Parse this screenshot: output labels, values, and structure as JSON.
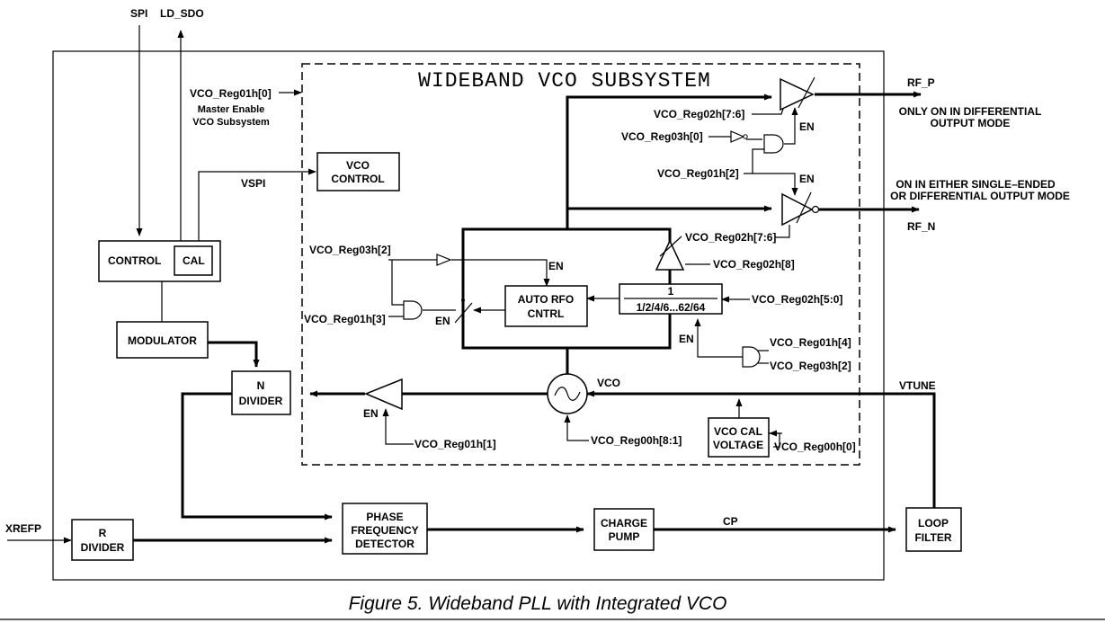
{
  "diagram": {
    "title": "WIDEBAND VCO SUBSYSTEM",
    "caption": "Figure 5. Wideband PLL with Integrated VCO",
    "pins": {
      "spi": "SPI",
      "ld_sdo": "LD_SDO",
      "xrefp": "XREFP",
      "rf_p": "RF_P",
      "rf_n": "RF_N",
      "vtune": "VTUNE"
    },
    "notes": {
      "rf_p_line1": "ONLY ON IN DIFFERENTIAL",
      "rf_p_line2": "OUTPUT MODE",
      "rf_n_line1": "ON IN EITHER SINGLE–ENDED",
      "rf_n_line2": "OR DIFFERENTIAL OUTPUT MODE",
      "master_enable_1": "Master Enable",
      "master_enable_2": "VCO Subsystem"
    },
    "blocks": {
      "control": "CONTROL",
      "cal": "CAL",
      "modulator": "MODULATOR",
      "n_divider_1": "N",
      "n_divider_2": "DIVIDER",
      "r_divider_1": "R",
      "r_divider_2": "DIVIDER",
      "vco_control_1": "VCO",
      "vco_control_2": "CONTROL",
      "auto_rfo_1": "AUTO RFO",
      "auto_rfo_2": "CNTRL",
      "divider_num": "1",
      "divider_den": "1/2/4/6...62/64",
      "vco_cal_1": "VCO CAL",
      "vco_cal_2": "VOLTAGE",
      "pfd_1": "PHASE",
      "pfd_2": "FREQUENCY",
      "pfd_3": "DETECTOR",
      "charge_pump_1": "CHARGE",
      "charge_pump_2": "PUMP",
      "loop_filter_1": "LOOP",
      "loop_filter_2": "FILTER"
    },
    "signals": {
      "vspi": "VSPI",
      "vco": "VCO",
      "cp": "CP",
      "en": "EN"
    },
    "registers": {
      "reg01h_0": "VCO_Reg01h[0]",
      "reg02h_76_top": "VCO_Reg02h[7:6]",
      "reg03h_0": "VCO_Reg03h[0]",
      "reg01h_2": "VCO_Reg01h[2]",
      "reg02h_76_mid": "VCO_Reg02h[7:6]",
      "reg02h_8": "VCO_Reg02h[8]",
      "reg03h_2_left": "VCO_Reg03h[2]",
      "reg01h_3": "VCO_Reg01h[3]",
      "reg02h_50": "VCO_Reg02h[5:0]",
      "reg01h_4": "VCO_Reg01h[4]",
      "reg03h_2_right": "VCO_Reg03h[2]",
      "reg01h_1": "VCO_Reg01h[1]",
      "reg00h_81": "VCO_Reg00h[8:1]",
      "reg00h_0": "VCO_Reg00h[0]"
    }
  }
}
